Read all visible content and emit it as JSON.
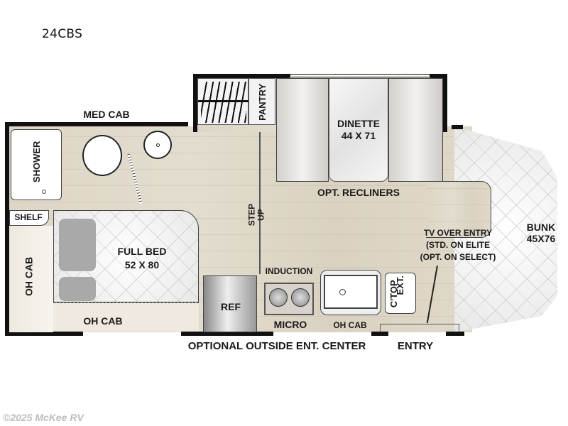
{
  "title": "24CBS",
  "rooms": {
    "med_cab": "MED CAB",
    "pantry": "PANTRY",
    "dinette": "DINETTE",
    "dinette_size": "44 X 71",
    "opt_recliners": "OPT. RECLINERS",
    "shower": "SHOWER",
    "shelf": "SHELF",
    "step_up": "STEP UP",
    "step": "STEP",
    "up": "UP",
    "full_bed": "FULL BED",
    "full_bed_size": "52 X 80",
    "oh_cab_left": "OH CAB",
    "oh_cab_bottom": "OH CAB",
    "induction": "INDUCTION",
    "ref": "REF",
    "micro": "MICRO",
    "oh_cab_sink": "OH CAB",
    "ctop": "C'TOP",
    "ext": "EXT.",
    "tv_line1": "TV OVER ENTRY",
    "tv_line2": "(STD. ON ELITE",
    "tv_line3": "(OPT. ON SELECT)",
    "bunk": "BUNK",
    "bunk_size": "45X76"
  },
  "exterior": {
    "outside_ent_center": "OPTIONAL OUTSIDE ENT. CENTER",
    "entry": "ENTRY"
  },
  "footer": {
    "copyright": "©2025 McKee RV"
  },
  "colors": {
    "wall": "#111111",
    "floor": "#ddd6c6",
    "bedding": "#efefef",
    "text": "#1a1a1a",
    "watermark": "#bdbdbd"
  }
}
